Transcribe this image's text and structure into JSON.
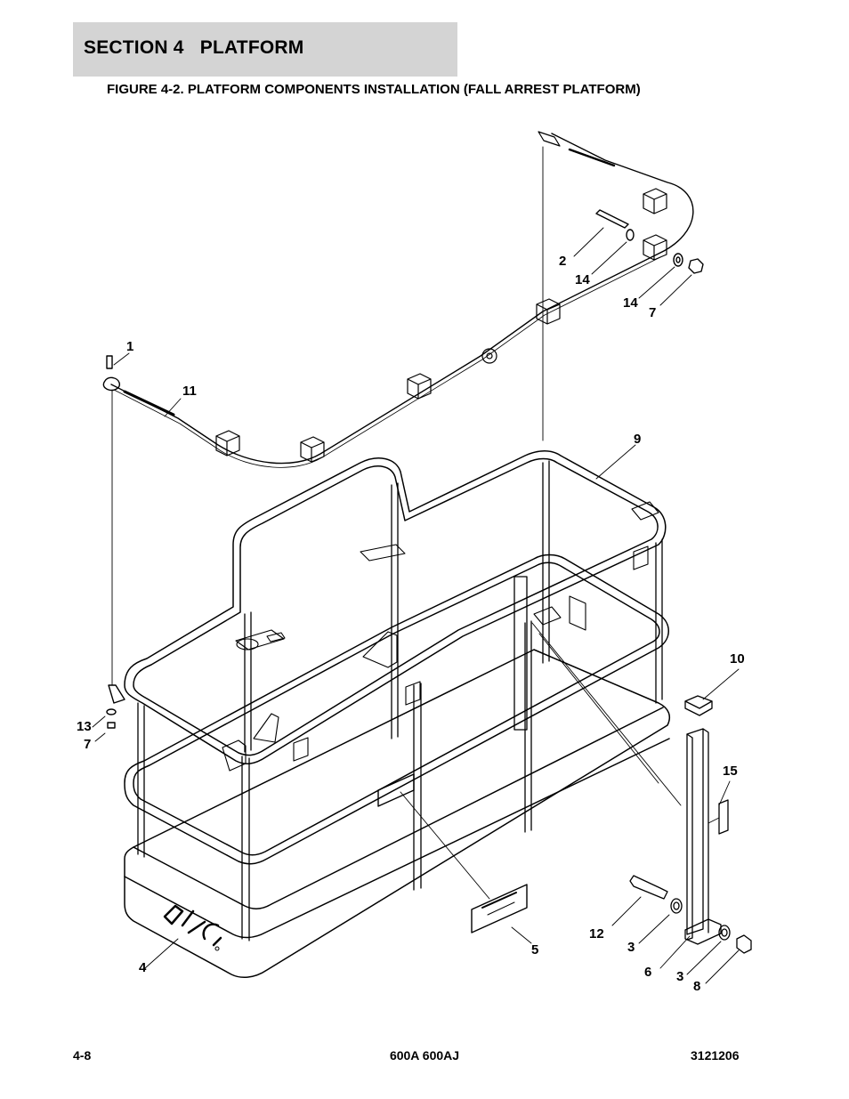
{
  "header": {
    "section_title": "SECTION 4   PLATFORM"
  },
  "figure": {
    "title": "FIGURE 4-2. PLATFORM COMPONENTS INSTALLATION (FALL ARREST PLATFORM)"
  },
  "drawing": {
    "logo_text": "JLG"
  },
  "callouts": {
    "c1": "1",
    "c11": "11",
    "c2": "2",
    "c14a": "14",
    "c14b": "14",
    "c7a": "7",
    "c9": "9",
    "c10": "10",
    "c13": "13",
    "c7b": "7",
    "c15": "15",
    "c12": "12",
    "c3a": "3",
    "c5": "5",
    "c4": "4",
    "c6": "6",
    "c3b": "3",
    "c8": "8"
  },
  "footer": {
    "page_number": "4-8",
    "model": "600A 600AJ",
    "doc_number": "3121206"
  }
}
